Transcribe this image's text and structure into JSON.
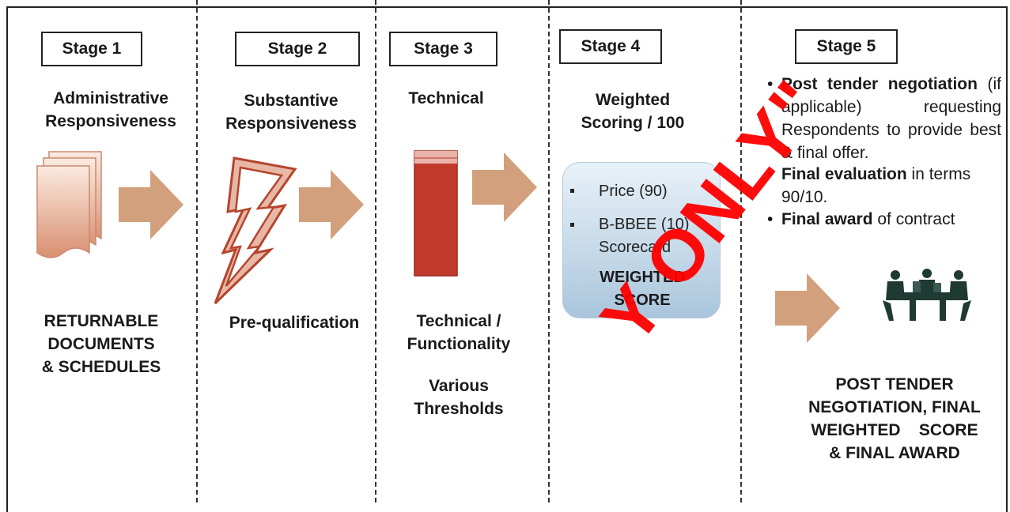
{
  "colors": {
    "arrow": "#d2a07c",
    "document": "#e8b8a0",
    "lightning": "#b5452d",
    "bar": "#c0392b",
    "panel": "#c4d8e8",
    "meeting": "#1f3a33",
    "watermark": "#ff0000"
  },
  "stages": [
    {
      "label": "Stage 1",
      "heading": "Administrative\nResponsiveness",
      "footer": "RETURNABLE\nDOCUMENTS\n& SCHEDULES",
      "icon": "documents-icon"
    },
    {
      "label": "Stage 2",
      "heading": "Substantive\nResponsiveness",
      "footer": "Pre-qualification",
      "icon": "lightning-icon"
    },
    {
      "label": "Stage 3",
      "heading": "Technical",
      "footer": "Technical /\nFunctionality",
      "footer2": "Various\nThresholds",
      "icon": "red-bar-icon"
    },
    {
      "label": "Stage 4",
      "heading": "Weighted\nScoring / 100",
      "panel": {
        "items": [
          "Price (90)",
          "B-BBEE (10)\nScorecard"
        ],
        "title": "WEIGHTED\nSCORE"
      }
    },
    {
      "label": "Stage 5",
      "bullets": [
        {
          "bold": "Post tender negotiation",
          "rest": "(if applicable) requesting Respondents to provide best & final offer."
        },
        {
          "bold": "Final evaluation",
          "rest": "in terms 90/10."
        },
        {
          "bold": "Final award",
          "rest": "of contract"
        }
      ],
      "footer": "POST TENDER\nNEGOTIATION, FINAL\nWEIGHTED    SCORE\n& FINAL AWARD",
      "icon": "meeting-icon"
    }
  ],
  "watermark": "Y ONLY\""
}
